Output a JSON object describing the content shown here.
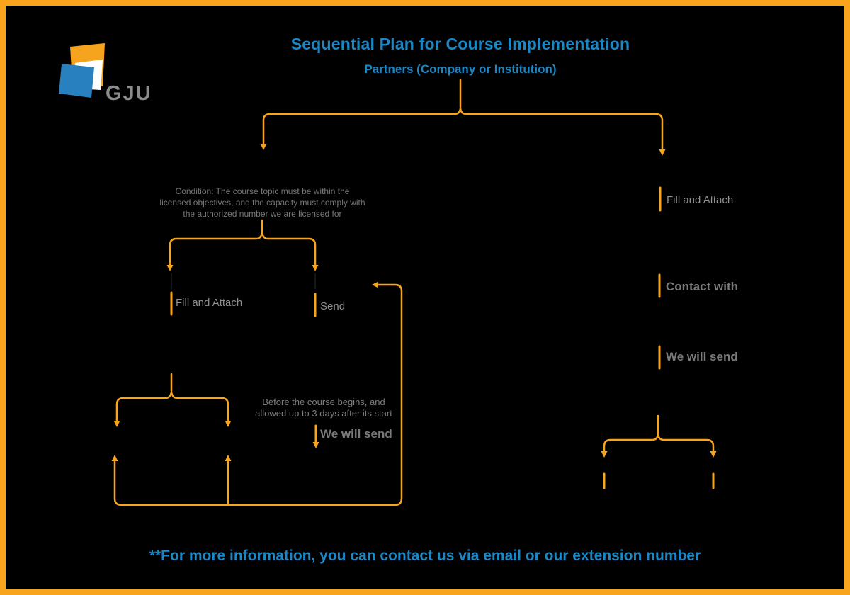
{
  "colors": {
    "accent_orange": "#F8A51D",
    "brand_blue": "#1A87C7",
    "logo_blue": "#2980BE",
    "logo_orange": "#F6A41E",
    "gray_light": "#909090",
    "gray_bold": "#7A7A7A"
  },
  "logo": {
    "text": "GJU"
  },
  "header": {
    "title": "Sequential Plan for Course Implementation",
    "subtitle": "Partners (Company or Institution)"
  },
  "left_branch": {
    "condition_lines": [
      "Condition: The course topic must be within the",
      "licensed objectives, and the capacity must comply with",
      "the authorized number we are licensed for"
    ],
    "fill_attach": "Fill and Attach",
    "send": "Send",
    "note_lines": [
      "Before the course begins, and",
      "allowed up to 3 days after its start"
    ],
    "we_will_send": "We will send"
  },
  "right_branch": {
    "fill_attach": "Fill and Attach",
    "contact_with": "Contact with",
    "we_will_send": "We will send"
  },
  "footer": {
    "note": "**For more information, you can contact us via email or our extension number"
  }
}
